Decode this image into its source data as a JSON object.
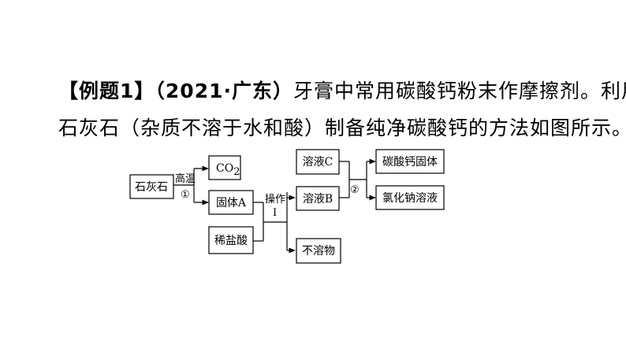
{
  "question": {
    "tag": "【例题1】",
    "source": "（2021·广东）",
    "line1_rest": "牙膏中常用碳酸钙粉末作摩擦剂。利用",
    "line2": "石灰石（杂质不溶于水和酸）制备纯净碳酸钙的方法如图所示。"
  },
  "flowchart": {
    "nodes": {
      "limestone": "石灰石",
      "co2_main": "CO",
      "co2_sub": "2",
      "solid_a": "固体A",
      "dilute_hcl": "稀盐酸",
      "solution_c": "溶液C",
      "solution_b": "溶液B",
      "insoluble": "不溶物",
      "caco3_solid": "碳酸钙固体",
      "nacl_solution": "氯化钠溶液"
    },
    "labels": {
      "high_temp": "高温",
      "step1": "①",
      "operation": "操作",
      "operation_num": "I",
      "step2": "②"
    }
  }
}
